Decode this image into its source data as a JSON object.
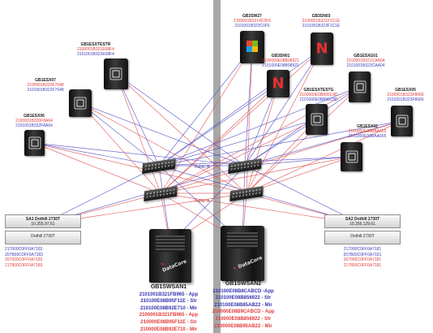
{
  "colors": {
    "fabric_a": "#e05050",
    "fabric_b": "#5050c8",
    "divider": "#a7a7a7",
    "wwn_red": "#e23b3b",
    "wwn_blue": "#3d3dbb"
  },
  "hosts": [
    {
      "id": "gb1esx06",
      "name": "GB1ESX06",
      "wwn_red": "2100001B320F8A64",
      "wwn_blue": "2101001B322F8A64",
      "logo": "generic-server-icon"
    },
    {
      "id": "gb1esx07",
      "name": "GB1ESX07",
      "wwn_red": "2100001B320F7648",
      "wwn_blue": "2101001B322F7648",
      "logo": "generic-server-icon"
    },
    {
      "id": "gb1esxtestr",
      "name": "GB1ESXTESTR",
      "wwn_red": "2100001B321E08F4",
      "wwn_blue": "2101001B323E08F4",
      "logo": "generic-server-icon"
    },
    {
      "id": "gb3sw27",
      "name": "GB3SW27",
      "wwn_red": "2100001B3214C0F6",
      "wwn_blue": "2101001B323C0F6",
      "logo": "windows-logo-icon"
    },
    {
      "id": "gb3sn01",
      "name": "GB3SN01",
      "wwn_red": "2100000E08B08921",
      "wwn_blue": "2101000E08B08921",
      "logo": "netware-logo-icon"
    },
    {
      "id": "gb3sn03",
      "name": "GB3SN03",
      "wwn_red": "2100001B321F1C1E",
      "wwn_blue": "2101001B323F1C1E",
      "logo": "netware-logo-icon"
    },
    {
      "id": "gb1esxg01",
      "name": "GB1ESXG01",
      "wwn_red": "2100001B321CAA04",
      "wwn_blue": "2101001B323CAA04",
      "logo": "generic-server-icon"
    },
    {
      "id": "gb1esxtestg",
      "name": "GB1ESXTESTG",
      "wwn_red": "2100000E0B895C9D",
      "wwn_blue": "2101000E0B895C9D",
      "logo": "generic-server-icon"
    },
    {
      "id": "gb1esx05",
      "name": "GB1ESX05",
      "wwn_red": "2100001B322F8666",
      "wwn_blue": "2101001B323F8666",
      "logo": "generic-server-icon"
    },
    {
      "id": "gb1esx02",
      "name": "GB1ESX02",
      "wwn_red": "2100000E08BAA655",
      "wwn_blue": "2101000E08BAA655",
      "logo": "generic-server-icon"
    }
  ],
  "fabrics": {
    "fabric_b": "Fabric B",
    "fabric_a": "Fabric A"
  },
  "arrays": [
    {
      "id": "sa1",
      "name": "SA1 Dothill 2730T",
      "ip": "10.255.97.61",
      "shelf": "Dothill 2730T",
      "wwns": [
        {
          "text": "217000C0FF0A7183",
          "color": "blue"
        },
        {
          "text": "207B00C0FF0A7183",
          "color": "blue"
        },
        {
          "text": "207000C0FF0A7183",
          "color": "red"
        },
        {
          "text": "217800C0FF0A7183",
          "color": "red"
        }
      ]
    },
    {
      "id": "sa2",
      "name": "SA2 Dothill 2730T",
      "ip": "10.255.129.61",
      "shelf": "Dothill 2730T",
      "wwns": [
        {
          "text": "217000C0FF0A7181",
          "color": "blue"
        },
        {
          "text": "207B00C0FF0A7181",
          "color": "blue"
        },
        {
          "text": "207000C0FF0A7181",
          "color": "red"
        },
        {
          "text": "217800C0FF0A7181",
          "color": "red"
        }
      ]
    }
  ],
  "sans": [
    {
      "id": "gb1swsan1",
      "name": "GB1SWSAN1",
      "brand": "DataCore",
      "lines": [
        {
          "text": "2101001B321FB965 - App",
          "color": "blue"
        },
        {
          "text": "210100E08B95F11E - Str",
          "color": "blue"
        },
        {
          "text": "210100E08B92E710 - Mir",
          "color": "blue"
        },
        {
          "text": "2100001B321FB965 - App",
          "color": "red"
        },
        {
          "text": "210000E08B95F11E - Str",
          "color": "red"
        },
        {
          "text": "210000E08B92E710 - Mir",
          "color": "red"
        }
      ]
    },
    {
      "id": "gb1swsan2",
      "name": "GB1SWSAN2",
      "brand": "DataCore",
      "lines": [
        {
          "text": "210100E08B8CABCD -App",
          "color": "blue"
        },
        {
          "text": "210100E08B856922 - Str",
          "color": "blue"
        },
        {
          "text": "210100E08B85AB22 - Mir",
          "color": "blue"
        },
        {
          "text": "210000E08B9CABCD - App",
          "color": "red"
        },
        {
          "text": "210000E08B856922 - Str",
          "color": "red"
        },
        {
          "text": "210000E08B95AB22 - Mir",
          "color": "red"
        }
      ]
    }
  ]
}
